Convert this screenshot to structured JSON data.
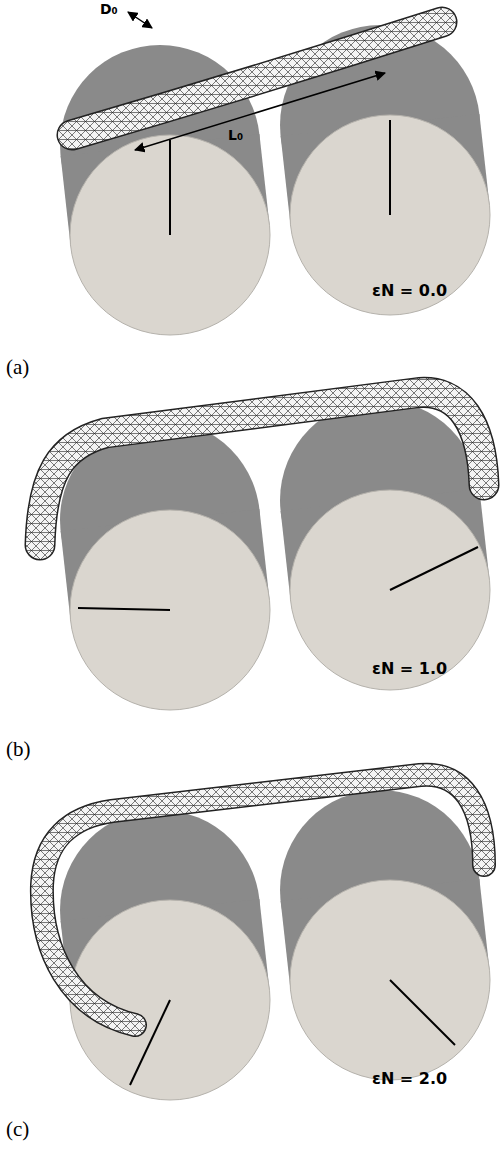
{
  "diagram": {
    "labels": [
      "D₀",
      "L₀",
      "εN = 0.0",
      "(a)",
      "εN = 1.0",
      "(b)",
      "εN = 2.0",
      "(c)"
    ]
  }
}
